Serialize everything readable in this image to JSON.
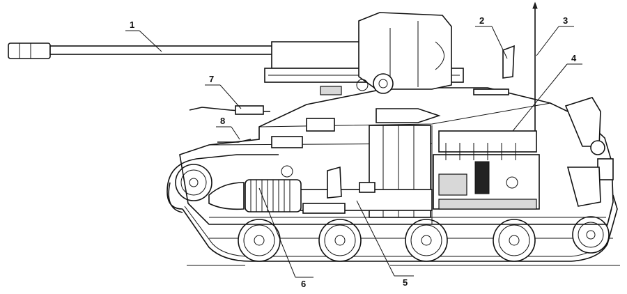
{
  "callouts": [
    {
      "id": "1",
      "label": "1"
    },
    {
      "id": "2",
      "label": "2"
    },
    {
      "id": "3",
      "label": "3"
    },
    {
      "id": "4",
      "label": "4"
    },
    {
      "id": "5",
      "label": "5"
    },
    {
      "id": "6",
      "label": "6"
    },
    {
      "id": "7",
      "label": "7"
    },
    {
      "id": "8",
      "label": "8"
    }
  ],
  "colors": {
    "line": "#111111",
    "background": "#ffffff",
    "shade": "#d8d8d8"
  }
}
